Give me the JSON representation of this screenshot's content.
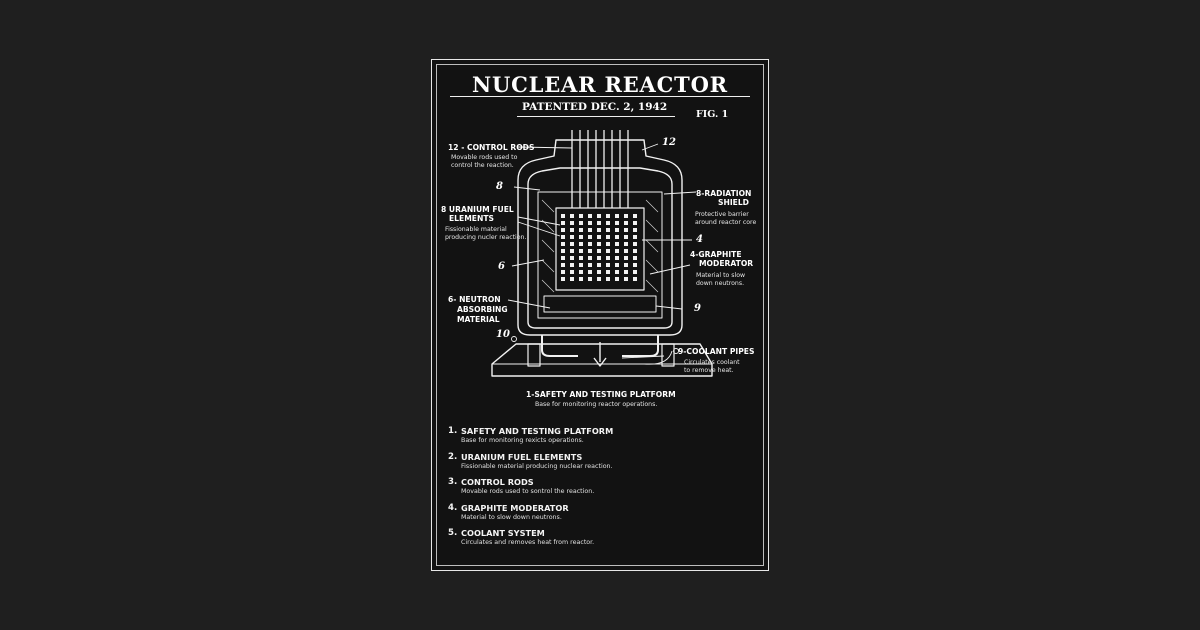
{
  "poster": {
    "title": "NUCLEAR REACTOR",
    "subtitle": "PATENTED DEC. 2, 1942",
    "fig_label": "FIG. 1"
  },
  "callouts": {
    "control_rods": {
      "title": "12 - CONTROL RODS",
      "desc1": "Movable rods used to",
      "desc2": "control the reaction."
    },
    "uranium": {
      "title1": "8 URANIUM FUEL",
      "title2": "ELEMENTS",
      "desc1": "Fissionable material",
      "desc2": "producing nucler reaction."
    },
    "neutron": {
      "title1": "6- NEUTRON",
      "title2": "ABSORBING",
      "title3": "MATERIAL"
    },
    "radiation": {
      "title1": "8-RADIATION",
      "title2": "SHIELD",
      "desc1": "Protective barrier",
      "desc2": "around reactor core"
    },
    "graphite": {
      "title1": "4-GRAPHITE",
      "title2": "MODERATOR",
      "desc1": "Material to slow",
      "desc2": "down neutrons."
    },
    "coolant": {
      "title": "9-COOLANT PIPES",
      "desc1": "Circulates coolant",
      "desc2": "to remove heat."
    },
    "platform": {
      "title": "1-SAFETY AND TESTING PLATFORM",
      "desc": "Base for monitoring reactor operations."
    }
  },
  "diagram_numbers": {
    "n12": "12",
    "n8a": "8",
    "n6": "6",
    "n10": "10",
    "n4": "4",
    "n9": "9"
  },
  "legend": [
    {
      "num": "1.",
      "title": "SAFETY AND TESTING PLATFORM",
      "desc": "Base for monitoring rexicts operations."
    },
    {
      "num": "2.",
      "title": "URANIUM FUEL ELEMENTS",
      "desc": "Fissionable material producing nuclear reaction."
    },
    {
      "num": "3.",
      "title": "CONTROL RODS",
      "desc": "Movable rods used to sontrol the reaction."
    },
    {
      "num": "4.",
      "title": "GRAPHITE MODERATOR",
      "desc": "Material to slow down neutrons."
    },
    {
      "num": "5.",
      "title": "COOLANT SYSTEM",
      "desc": "Circulates and removes heat from reactor."
    }
  ],
  "colors": {
    "background": "#1f1f1f",
    "poster": "#121212",
    "ink": "#ffffff"
  }
}
